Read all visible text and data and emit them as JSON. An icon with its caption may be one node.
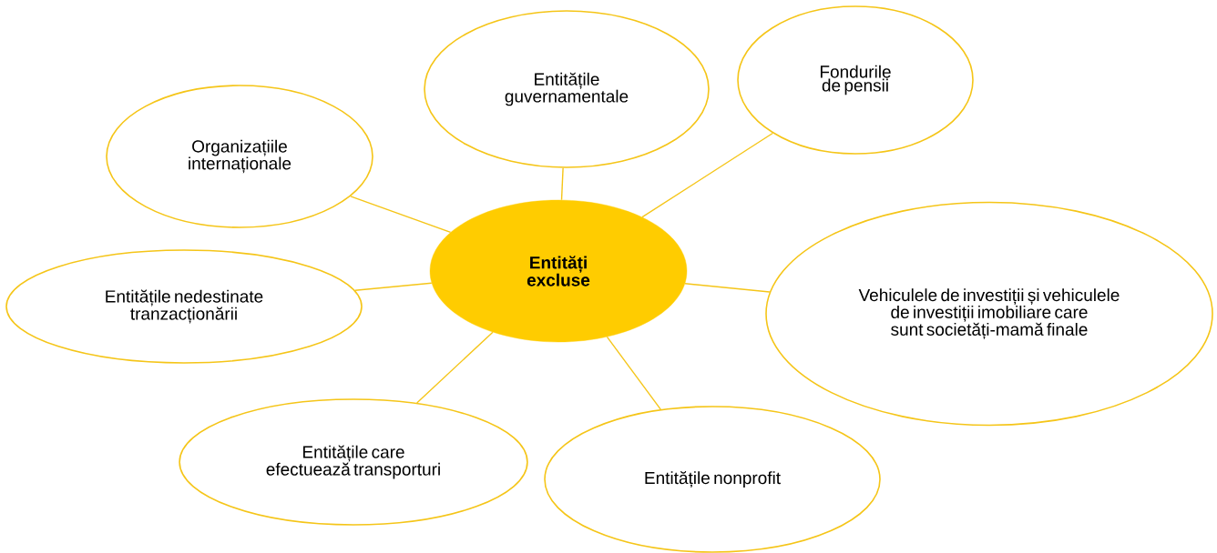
{
  "diagram": {
    "nodes": [
      {
        "text": [
          "**Entități excluse**"
        ]
      },
      {
        "text": [
          "Organizațiile internaționale"
        ]
      },
      {
        "text": [
          "Entitățile guvernamentale"
        ]
      },
      {
        "text": [
          "Fondurile de pensii"
        ]
      },
      {
        "text": [
          "Vehiculele de investiții și vehiculele de investiții imobiliare care sunt societăți-mamă finale"
        ]
      },
      {
        "text": [
          "Entitățile nedestinate tranzacționării"
        ]
      },
      {
        "text": [
          "Entitățile care efectuează transporturi"
        ]
      },
      {
        "text": [
          "Entitățile nonprofit"
        ]
      }
    ],
    "edges": [
      {
        "from": 0,
        "to": 1,
        "arrow": "none"
      },
      {
        "from": 0,
        "to": 2,
        "arrow": "none"
      },
      {
        "from": 0,
        "to": 3,
        "arrow": "none"
      },
      {
        "from": 0,
        "to": 4,
        "arrow": "none"
      },
      {
        "from": 0,
        "to": 5,
        "arrow": "none"
      },
      {
        "from": 0,
        "to": 6,
        "arrow": "none"
      },
      {
        "from": 0,
        "to": 7,
        "arrow": "none"
      }
    ]
  }
}
